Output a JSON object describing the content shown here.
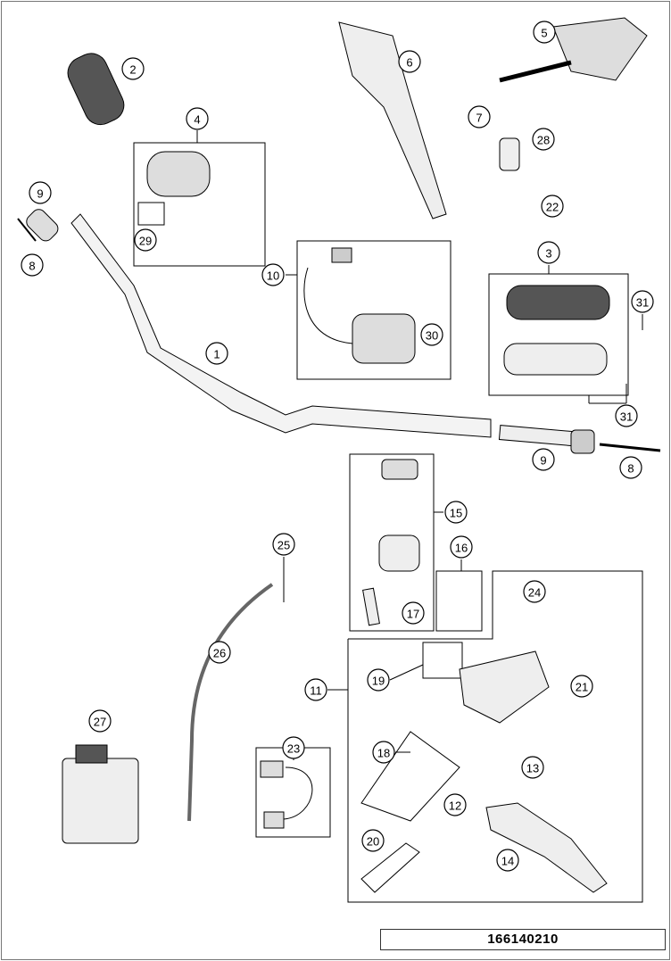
{
  "diagram": {
    "drawing_number": "166140210",
    "callouts": [
      "2",
      "4",
      "6",
      "5",
      "7",
      "28",
      "22",
      "9",
      "8",
      "29",
      "10",
      "3",
      "31",
      "30",
      "1",
      "31",
      "9",
      "8",
      "15",
      "25",
      "16",
      "24",
      "17",
      "26",
      "19",
      "11",
      "21",
      "27",
      "23",
      "18",
      "13",
      "12",
      "14",
      "20"
    ]
  }
}
